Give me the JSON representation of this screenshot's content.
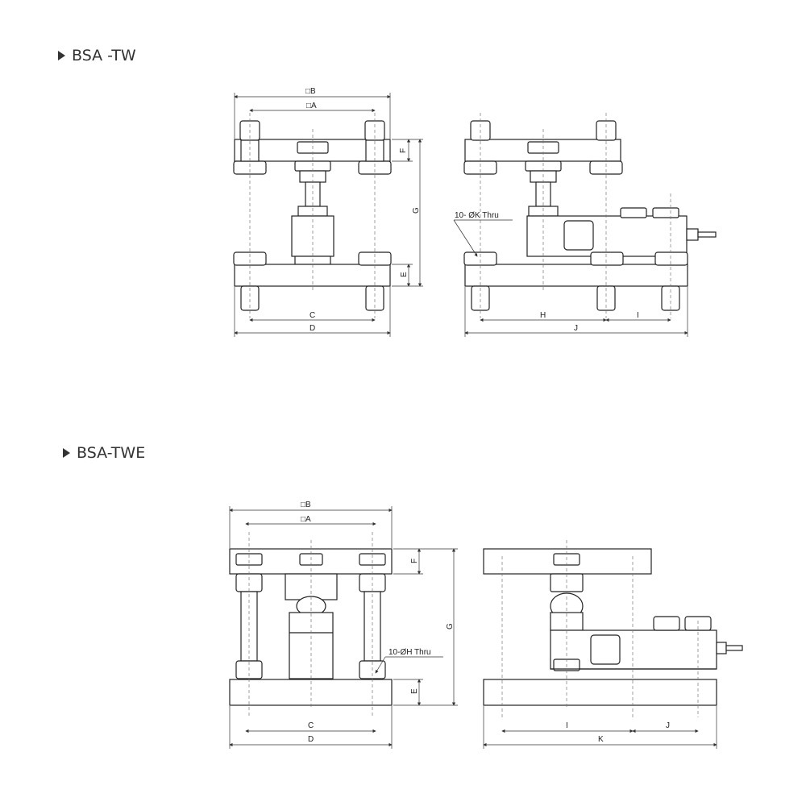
{
  "sections": [
    {
      "title": "BSA -TW"
    },
    {
      "title": "BSA-TWE"
    }
  ],
  "tw": {
    "labels": {
      "B": "□B",
      "A": "□A",
      "F": "F",
      "G": "G",
      "E": "E",
      "C": "C",
      "D": "D",
      "hole": "10- ØK Thru",
      "H": "H",
      "I": "I",
      "J": "J"
    }
  },
  "twe": {
    "labels": {
      "B": "□B",
      "A": "□A",
      "F": "F",
      "G": "G",
      "E": "E",
      "C": "C",
      "D": "D",
      "hole": "10-ØH Thru",
      "I": "I",
      "J": "J",
      "K": "K"
    }
  }
}
